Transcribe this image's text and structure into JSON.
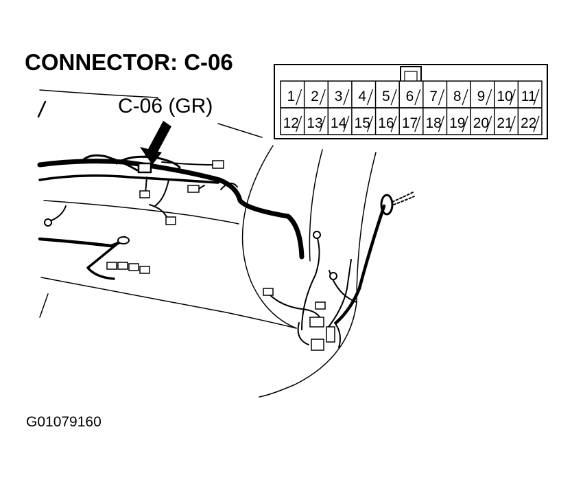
{
  "diagram": {
    "title": "CONNECTOR: C-06",
    "callout": "C-06 (GR)",
    "figure_code": "G01079160",
    "connector": {
      "row1": [
        "1",
        "2",
        "3",
        "4",
        "5",
        "6",
        "7",
        "8",
        "9",
        "10",
        "11"
      ],
      "row2": [
        "12",
        "13",
        "14",
        "15",
        "16",
        "17",
        "18",
        "19",
        "20",
        "21",
        "22"
      ]
    }
  }
}
